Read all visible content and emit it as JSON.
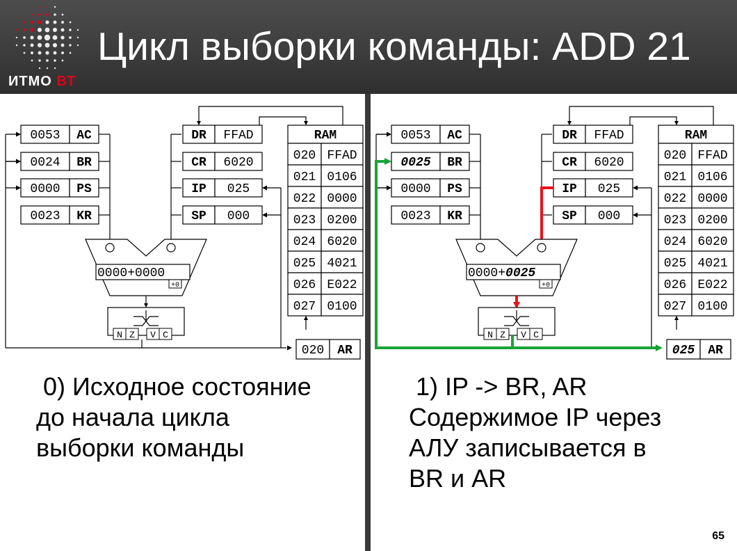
{
  "header": {
    "title": "Цикл выборки команды: ADD 21",
    "logo_main": "ИТМО",
    "logo_accent": "ВТ"
  },
  "colors": {
    "header_bg": "#3d3d3d",
    "red_path": "#e8141b",
    "green_path": "#1aa337",
    "logo_accent": "#e0001b"
  },
  "left": {
    "regs_left": [
      {
        "value": "0053",
        "name": "AC"
      },
      {
        "value": "0024",
        "name": "BR"
      },
      {
        "value": "0000",
        "name": "PS"
      },
      {
        "value": "0023",
        "name": "KR"
      }
    ],
    "regs_mid": [
      {
        "value": "FFAD",
        "name": "DR"
      },
      {
        "value": "6020",
        "name": "CR"
      },
      {
        "value": "025",
        "name": "IP"
      },
      {
        "value": "000",
        "name": "SP"
      }
    ],
    "alu_expr_a": "0000+",
    "alu_expr_b": "0000",
    "alu_plus0": "+0",
    "flags": [
      "N",
      "Z",
      "V",
      "C"
    ],
    "ram_label": "RAM",
    "ram": [
      {
        "addr": "020",
        "val": "FFAD"
      },
      {
        "addr": "021",
        "val": "0106"
      },
      {
        "addr": "022",
        "val": "0000"
      },
      {
        "addr": "023",
        "val": "0200"
      },
      {
        "addr": "024",
        "val": "6020"
      },
      {
        "addr": "025",
        "val": "4021"
      },
      {
        "addr": "026",
        "val": "E022"
      },
      {
        "addr": "027",
        "val": "0100"
      }
    ],
    "ar": {
      "value": "020",
      "name": "AR"
    },
    "caption": " 0) Исходное состояние\nдо начала цикла\nвыборки команды"
  },
  "right": {
    "regs_left": [
      {
        "value": "0053",
        "name": "AC"
      },
      {
        "value": "0025",
        "name": "BR"
      },
      {
        "value": "0000",
        "name": "PS"
      },
      {
        "value": "0023",
        "name": "KR"
      }
    ],
    "regs_mid": [
      {
        "value": "FFAD",
        "name": "DR"
      },
      {
        "value": "6020",
        "name": "CR"
      },
      {
        "value": "025",
        "name": "IP"
      },
      {
        "value": "000",
        "name": "SP"
      }
    ],
    "alu_expr_a": "0000+",
    "alu_expr_b": "0025",
    "alu_plus0": "+0",
    "flags": [
      "N",
      "Z",
      "V",
      "C"
    ],
    "ram_label": "RAM",
    "ram": [
      {
        "addr": "020",
        "val": "FFAD"
      },
      {
        "addr": "021",
        "val": "0106"
      },
      {
        "addr": "022",
        "val": "0000"
      },
      {
        "addr": "023",
        "val": "0200"
      },
      {
        "addr": "024",
        "val": "6020"
      },
      {
        "addr": "025",
        "val": "4021"
      },
      {
        "addr": "026",
        "val": "E022"
      },
      {
        "addr": "027",
        "val": "0100"
      }
    ],
    "ar": {
      "value": "025",
      "name": "AR"
    },
    "caption": " 1) IP -> BR, AR\nСодержимое IP через\nАЛУ записывается в\nBR и AR"
  },
  "page_number": "65"
}
